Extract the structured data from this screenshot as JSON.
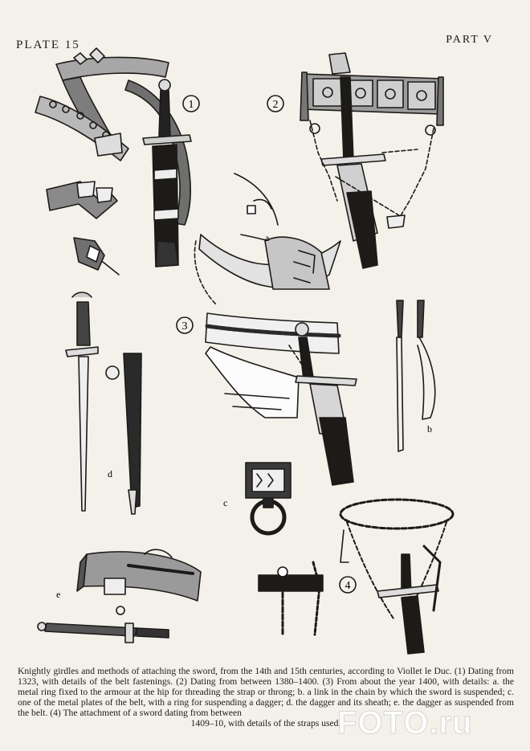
{
  "header": {
    "plate": "PLATE 15",
    "part": "PART V"
  },
  "figures": {
    "num1": "1",
    "num2": "2",
    "num3": "3",
    "num4": "4",
    "a": "a",
    "b": "b",
    "c": "c",
    "d": "d",
    "e": "e"
  },
  "caption": {
    "line1": "Knightly girdles and methods of attaching the sword, from the 14th and 15th centuries, according to Viollet le Duc. (1) Dating from 1323, with details of the belt fastenings. (2) Dating from between 1380–1400. (3) From about the year 1400, with details: a. the metal ring fixed to the armour at the hip for threading the strap or throng; b. a link in the chain by which the sword is suspended; c. one of the metal plates of the belt, with a ring for suspending a dagger; d. the dagger and its sheath; e. the dagger as suspended from the belt. (4) The attachment of a sword dating from between",
    "line2": "1409–10, with details of the straps used."
  },
  "watermark": "FOTO.ru",
  "colors": {
    "ink": "#1d1b18",
    "paper": "#f4f1ea",
    "wash": "#8e8e8e"
  }
}
